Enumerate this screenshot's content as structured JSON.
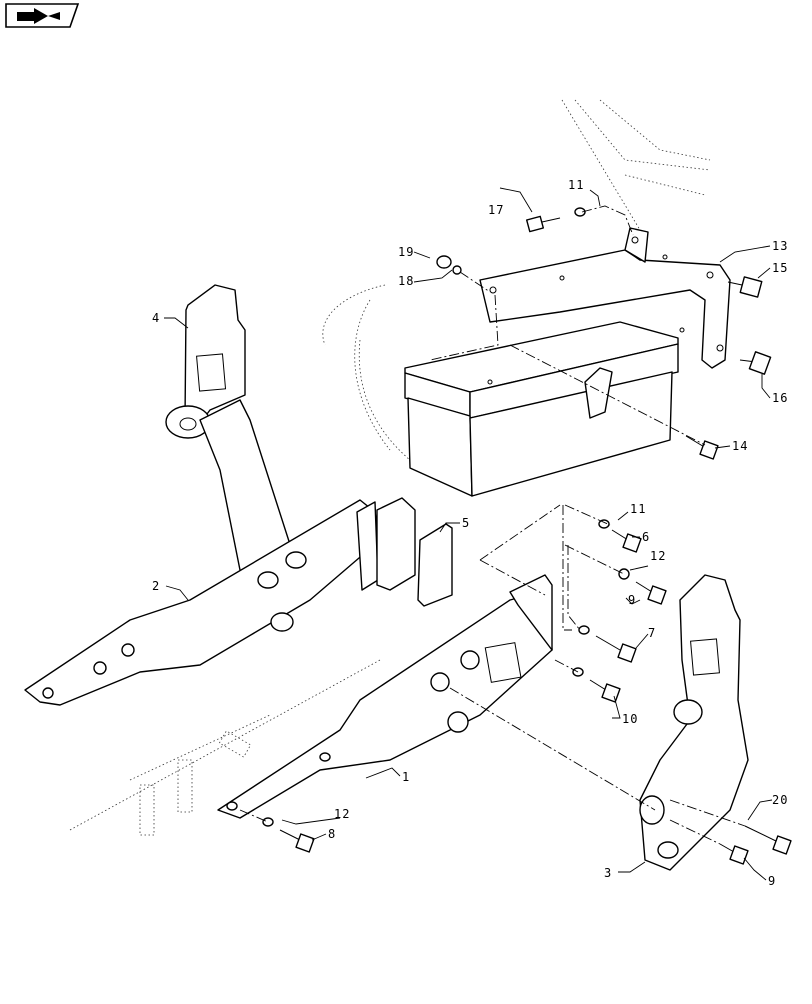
{
  "nav": {
    "icon": "next-page-arrow-icon"
  },
  "callouts": [
    "1",
    "2",
    "3",
    "4",
    "5",
    "6",
    "7",
    "8",
    "9",
    "9",
    "10",
    "11",
    "11",
    "12",
    "12",
    "13",
    "14",
    "15",
    "16",
    "17",
    "18",
    "19",
    "20"
  ]
}
